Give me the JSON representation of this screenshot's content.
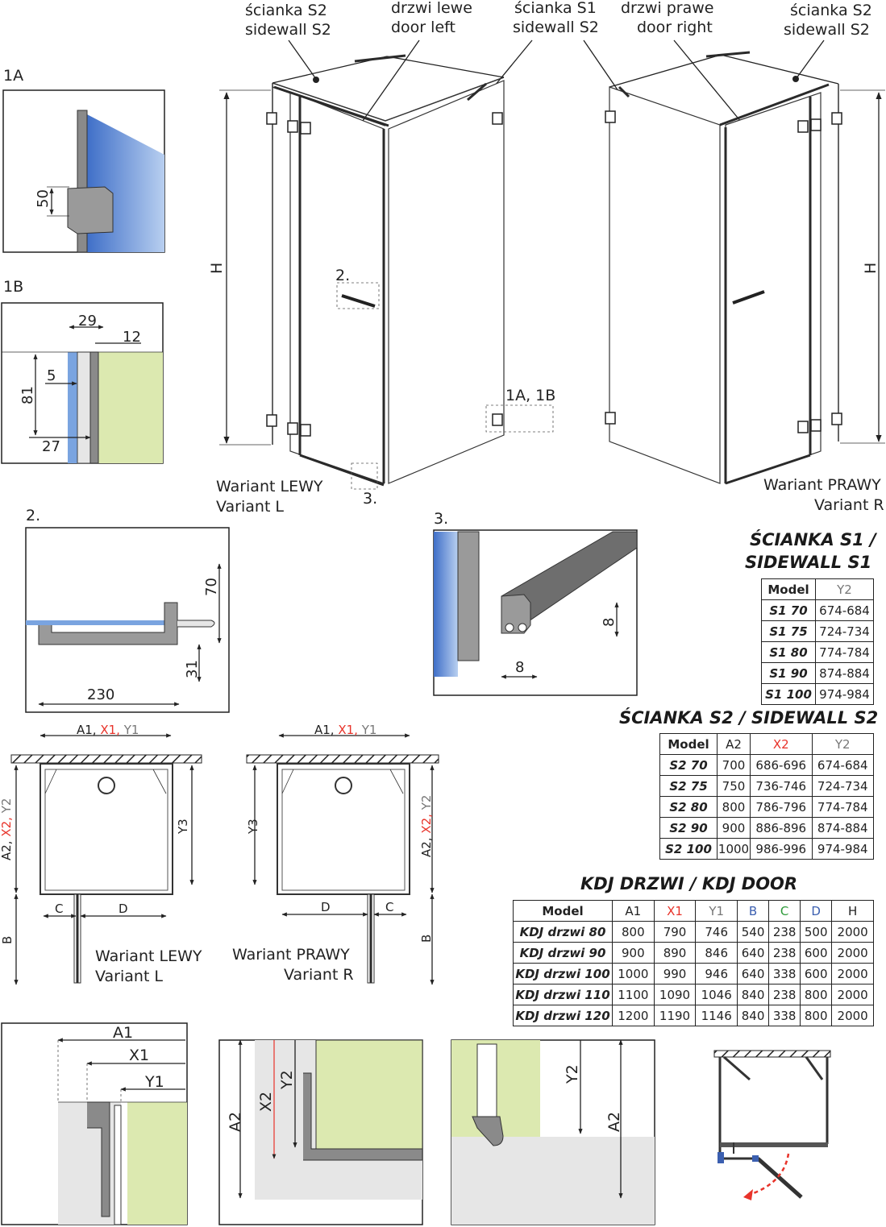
{
  "labels": {
    "sidewall_s2_pl": "ścianka S2",
    "sidewall_s2_en": "sidewall S2",
    "door_left_pl": "drzwi lewe",
    "door_left_en": "door left",
    "sidewall_s1_pl": "ścianka S1",
    "sidewall_s1_en": "sidewall S2",
    "door_right_pl": "drzwi prawe",
    "door_right_en": "door right",
    "sidewall_s2b_pl": "ścianka S2",
    "sidewall_s2b_en": "sidewall S2",
    "height": "H",
    "detail_1a": "1A",
    "detail_1b": "1B",
    "detail_2": "2.",
    "detail_3": "3.",
    "callout_2": "2.",
    "callout_3": "3.",
    "callout_1a1b": "1A, 1B",
    "variant_left_pl": "Wariant LEWY",
    "variant_left_en": "Variant L",
    "variant_right_pl": "Wariant PRAWY",
    "variant_right_en": "Variant R"
  },
  "details": {
    "d1a_50": "50",
    "d1b_29": "29",
    "d1b_12": "12",
    "d1b_5": "5",
    "d1b_81": "81",
    "d1b_27": "27",
    "d2_70": "70",
    "d2_31": "31",
    "d2_230": "230",
    "d3_8a": "8",
    "d3_8b": "8"
  },
  "plan": {
    "top_a1": "A1, ",
    "top_x1": "X1, ",
    "top_y1": "Y1",
    "side_a2": "A2, ",
    "side_x2": "X2, ",
    "side_y2": "Y2",
    "y3": "Y3",
    "c": "C",
    "d": "D",
    "b": "B"
  },
  "bottom": {
    "a1": "A1",
    "x1": "X1",
    "y1": "Y1",
    "a2": "A2",
    "x2": "X2",
    "y2": "Y2"
  },
  "colors": {
    "x_red": "#e8332a",
    "y_gray": "#777777",
    "b_blue": "#3b5fb0",
    "c_green": "#2e9a3a",
    "d_blue": "#3b5fb0",
    "glass_blue": "#7aa4e0",
    "wall_green": "#dce9b0",
    "profile_gray": "#8a8a8a"
  },
  "table_s1": {
    "title_line1": "ŚCIANKA S1 /",
    "title_line2": "SIDEWALL S1",
    "headers": [
      "Model",
      "Y2"
    ],
    "rows": [
      [
        "S1 70",
        "674-684"
      ],
      [
        "S1 75",
        "724-734"
      ],
      [
        "S1 80",
        "774-784"
      ],
      [
        "S1 90",
        "874-884"
      ],
      [
        "S1 100",
        "974-984"
      ]
    ]
  },
  "table_s2": {
    "title": "ŚCIANKA S2 / SIDEWALL S2",
    "headers": [
      "Model",
      "A2",
      "X2",
      "Y2"
    ],
    "rows": [
      [
        "S2 70",
        "700",
        "686-696",
        "674-684"
      ],
      [
        "S2 75",
        "750",
        "736-746",
        "724-734"
      ],
      [
        "S2 80",
        "800",
        "786-796",
        "774-784"
      ],
      [
        "S2 90",
        "900",
        "886-896",
        "874-884"
      ],
      [
        "S2 100",
        "1000",
        "986-996",
        "974-984"
      ]
    ]
  },
  "table_kdj": {
    "title": "KDJ DRZWI / KDJ DOOR",
    "headers": [
      "Model",
      "A1",
      "X1",
      "Y1",
      "B",
      "C",
      "D",
      "H"
    ],
    "rows": [
      [
        "KDJ drzwi 80",
        "800",
        "790",
        "746",
        "540",
        "238",
        "500",
        "2000"
      ],
      [
        "KDJ drzwi 90",
        "900",
        "890",
        "846",
        "640",
        "238",
        "600",
        "2000"
      ],
      [
        "KDJ drzwi 100",
        "1000",
        "990",
        "946",
        "640",
        "338",
        "600",
        "2000"
      ],
      [
        "KDJ drzwi 110",
        "1100",
        "1090",
        "1046",
        "840",
        "238",
        "800",
        "2000"
      ],
      [
        "KDJ drzwi 120",
        "1200",
        "1190",
        "1146",
        "840",
        "338",
        "800",
        "2000"
      ]
    ]
  }
}
